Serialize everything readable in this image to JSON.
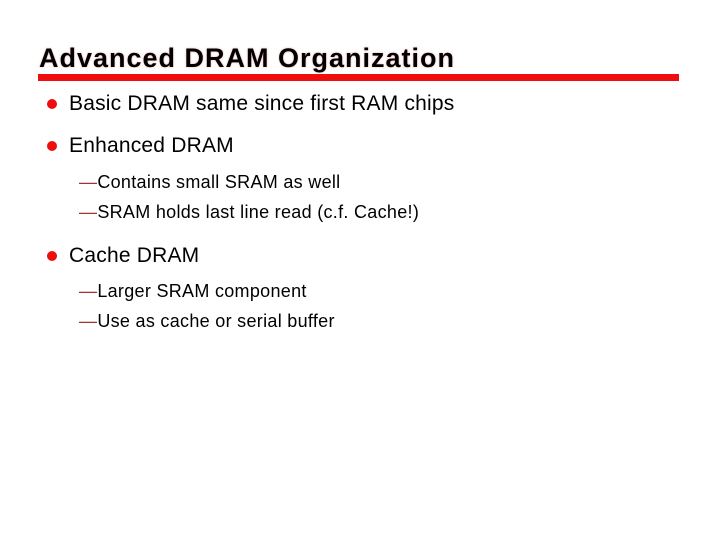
{
  "slide": {
    "title": "Advanced DRAM Organization",
    "accent_color": "#ee0e0e",
    "dash_color": "#a03333",
    "dash": "—",
    "bullets": [
      {
        "level": 1,
        "text": "Basic DRAM same since first RAM chips"
      },
      {
        "level": 1,
        "text": "Enhanced DRAM"
      },
      {
        "level": 2,
        "text": "Contains small SRAM as well"
      },
      {
        "level": 2,
        "text": "SRAM holds last line read (c.f. Cache!)"
      },
      {
        "level": 1,
        "text": "Cache DRAM"
      },
      {
        "level": 2,
        "text": "Larger SRAM component"
      },
      {
        "level": 2,
        "text": "Use as cache or serial buffer"
      }
    ]
  }
}
